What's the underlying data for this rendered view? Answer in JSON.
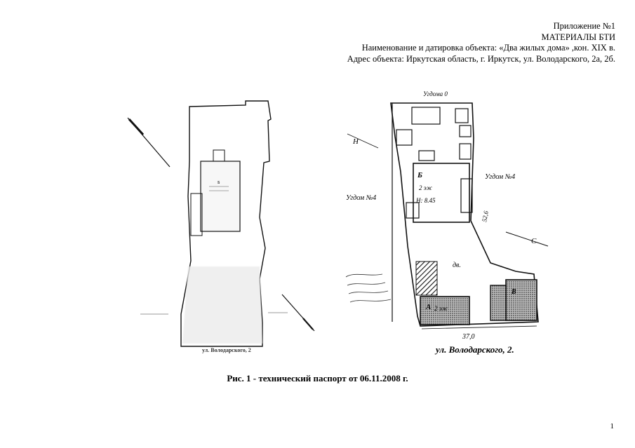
{
  "header": {
    "line1": "Приложение №1",
    "line2": "МАТЕРИАЛЫ БТИ",
    "line3": "Наименование и датировка объекта: «Два жилых дома» ,кон. XIX в.",
    "line4": "Адрес объекта: Иркутская область, г. Иркутск, ул. Володарского, 2а, 2б."
  },
  "left_plan": {
    "street_label": "ул. Володарского, 2",
    "building_label": "Б"
  },
  "right_plan": {
    "top_label": "Угдома 0",
    "left_neighbor": "Угдом №4",
    "right_neighbor": "Угдом №4",
    "building_b_letter": "Б",
    "building_b_floors": "2 эж",
    "building_b_height": "H: 8.45",
    "yard_label": "дв.",
    "building_a_letter": "А",
    "building_a_floors": "2 эж",
    "building_v_letter": "В",
    "dim_side": "52,6",
    "dim_front": "37,0",
    "street_label": "ул. Володарского, 2.",
    "north_label": "Н",
    "south_label": "С"
  },
  "caption": "Рис. 1 - технический паспорт от 06.11.2008 г.",
  "page_number": "1"
}
